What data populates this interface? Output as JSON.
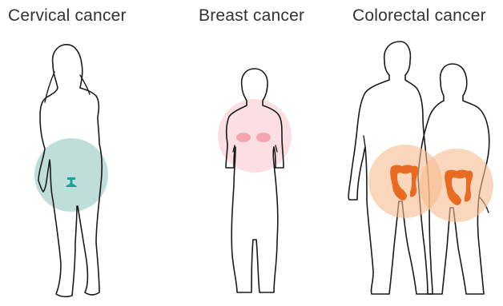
{
  "labels": {
    "cervical": "Cervical cancer",
    "breast": "Breast cancer",
    "colorectal": "Colorectal cancer"
  },
  "colors": {
    "cervical_highlight": "#a9d3cc",
    "cervical_organ": "#17a398",
    "breast_highlight": "#f9c9cf",
    "breast_organ": "#ec7785",
    "colorectal_highlight": "#f6bd90",
    "colorectal_organ": "#e96b22",
    "outline": "#1a1a1a"
  },
  "icons": [
    "woman-silhouette",
    "man-silhouette",
    "uterus-icon",
    "breasts-icon",
    "colon-icon"
  ]
}
